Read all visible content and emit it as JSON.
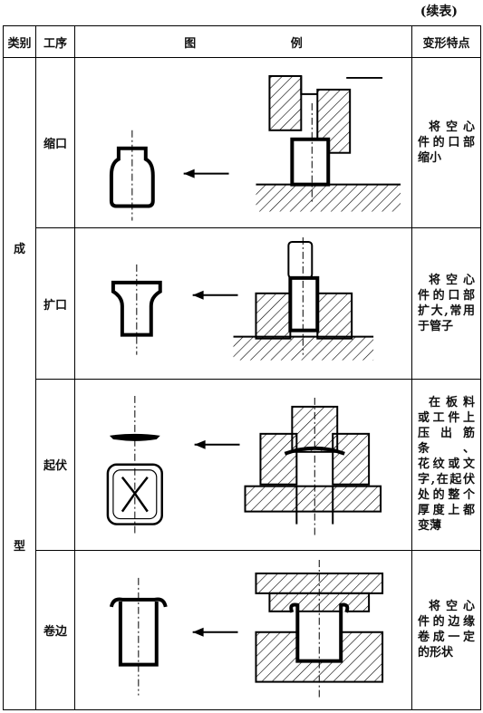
{
  "continued_label": "(续表)",
  "headers": {
    "category": "类别",
    "process": "工序",
    "figure_left": "图",
    "figure_right": "例",
    "feature": "变形特点"
  },
  "category": {
    "char1": "成",
    "char2": "型"
  },
  "rows": [
    {
      "process": "缩口",
      "feature": [
        "将空心",
        "件的口部",
        "缩小"
      ]
    },
    {
      "process": "扩口",
      "feature": [
        "将空心",
        "件的口部",
        "扩大,常用",
        "于管子"
      ]
    },
    {
      "process": "起伏",
      "feature": [
        "在板料",
        "或工件上",
        "压出筋条、",
        "花纹或文",
        "字,在起伏",
        "处的整个",
        "厚度上都",
        "变薄"
      ]
    },
    {
      "process": "卷边",
      "feature": [
        "将空心",
        "件的边缘",
        "卷成一定",
        "的形状"
      ]
    }
  ]
}
